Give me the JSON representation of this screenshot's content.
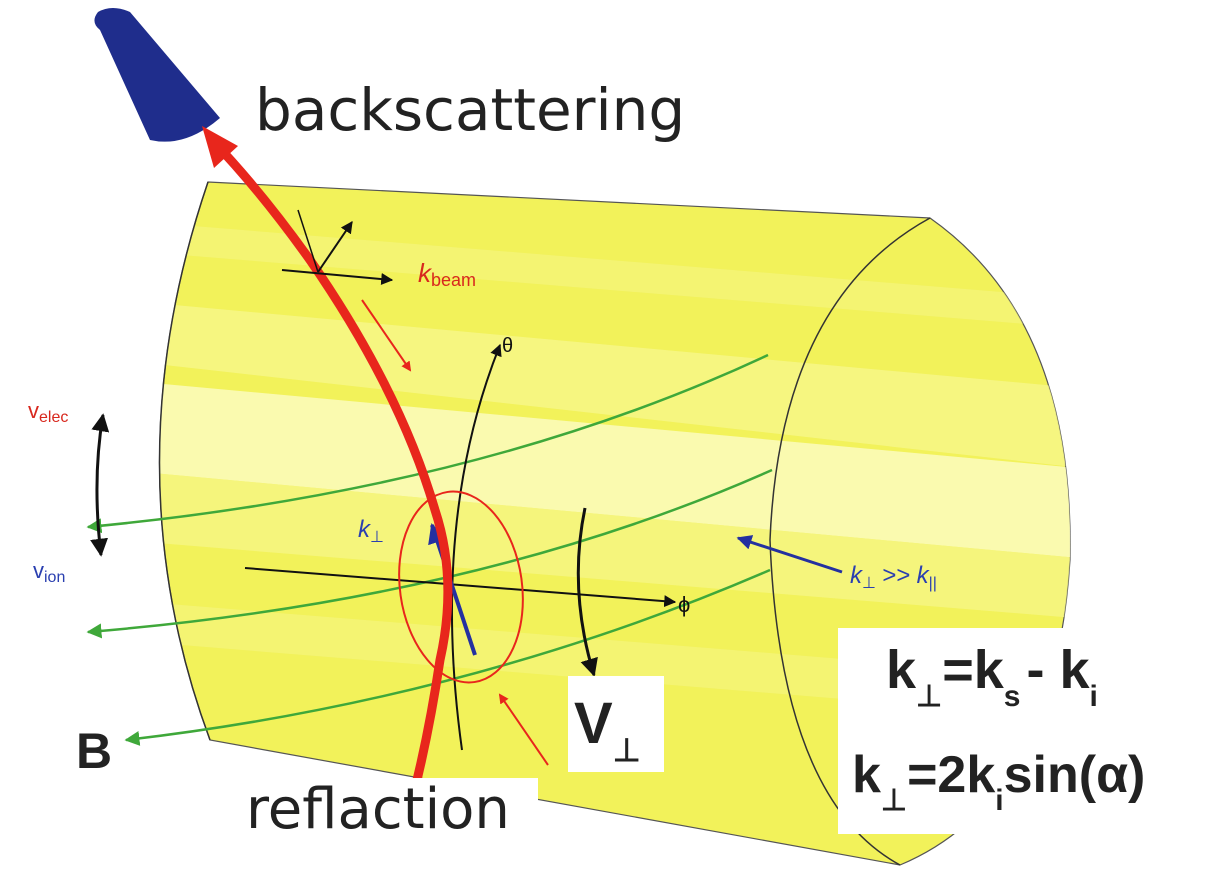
{
  "labels": {
    "backscattering": "backscattering",
    "k_beam_k": "k",
    "k_beam_sub": "beam",
    "theta": "θ",
    "phi": "ϕ",
    "v_elec_v": "v",
    "v_elec_sub": "elec",
    "v_ion_v": "v",
    "v_ion_sub": "ion",
    "k_perp_k": "k",
    "k_perp_sub": "⊥",
    "k_perp_gg_k": "k",
    "k_perp_gg_sub": "⊥",
    "k_perp_gg_op": ">> k",
    "k_perp_gg_par": "||",
    "v_perp_v": "V",
    "v_perp_sub": "⊥",
    "b_field": "B",
    "reflaction": "reflaction",
    "eq1_k": "k",
    "eq1_sub": "⊥",
    "eq1_mid": "=k",
    "eq1_s": "s",
    "eq1_minus": "- k",
    "eq1_i": "i",
    "eq2_k": "k",
    "eq2_sub": "⊥",
    "eq2_mid": "=2k",
    "eq2_i": "i",
    "eq2_end": "sin(α)"
  },
  "colors": {
    "cylinder": "#f2f25a",
    "band_light": "#fbfbb8",
    "band_mid": "#f6f68a",
    "beam": "#e8261c",
    "field_line": "#3fa83a",
    "antenna": "#1f2d8c",
    "k_arrow": "#2430a0",
    "text_red": "#d8281e",
    "text_blue": "#2a3fb0"
  }
}
